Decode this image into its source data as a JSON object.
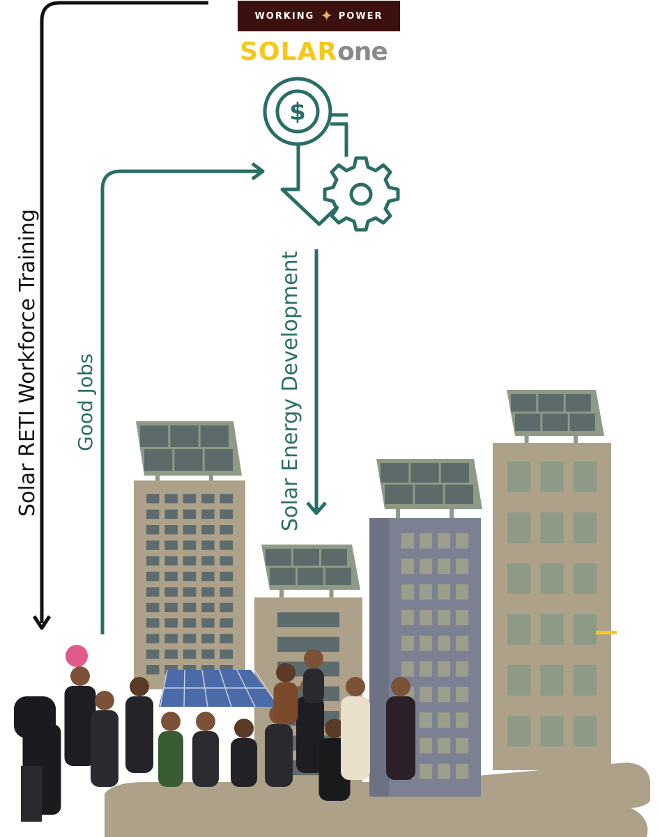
{
  "logos": {
    "working_power_left": "WORKING",
    "working_power_right": "POWER",
    "solarone_part1": "SOLAR",
    "solarone_part2": "one"
  },
  "labels": {
    "workforce_training": "Solar RETI Workforce Training",
    "good_jobs": "Good Jobs",
    "solar_energy_development": "Solar Energy Development"
  },
  "colors": {
    "teal": "#2a6e66",
    "black_arrow": "#111111",
    "logo_bg": "#3d1010",
    "solar_yellow": "#f4c918",
    "one_gray": "#8a8a8a",
    "building_tan": "#ada18a",
    "building_slate": "#6d7283",
    "window_dark": "#5d6b6c",
    "panel_frame": "#8e9a86"
  },
  "icons": {
    "finance": "dollar-coin-arrow-gear-icon",
    "workforce_arrow": "down-arrow-icon",
    "jobs_arrow": "right-arrow-icon",
    "development_arrow": "down-arrow-icon"
  },
  "photo": {
    "description_icon": "group-of-trainees-with-solar-panel"
  }
}
